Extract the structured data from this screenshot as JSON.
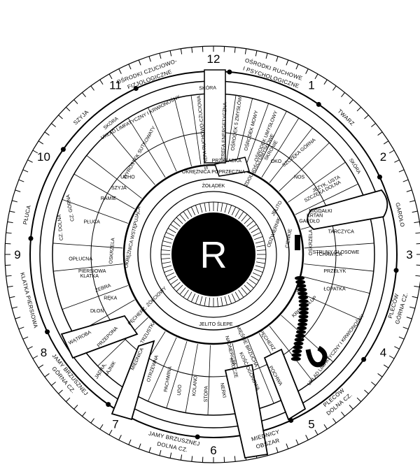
{
  "center_letter": "R",
  "clock_numbers": [
    "12",
    "1",
    "2",
    "3",
    "4",
    "5",
    "6",
    "7",
    "8",
    "9",
    "10",
    "11"
  ],
  "outer_labels": [
    {
      "text": "OŚRODKI CZUCIOWO-",
      "ang": -20,
      "r": 278
    },
    {
      "text": "FIZJOLOGICZNE",
      "ang": -20,
      "r": 266
    },
    {
      "text": "OŚRODKI RUCHOWE",
      "ang": 18,
      "r": 278
    },
    {
      "text": "I PSYCHOLOGICZNE",
      "ang": 18,
      "r": 266
    },
    {
      "text": "TWARZ",
      "ang": 44,
      "r": 272
    },
    {
      "text": "GARDŁO",
      "ang": 78,
      "r": 272
    },
    {
      "text": "GÓRNA CZ.",
      "ang": 106,
      "r": 280
    },
    {
      "text": "PLECÓW",
      "ang": 106,
      "r": 268
    },
    {
      "text": "DOLNA CZ.",
      "ang": 140,
      "r": 280
    },
    {
      "text": "PLECÓW",
      "ang": 140,
      "r": 268
    },
    {
      "text": "OBSZAR",
      "ang": 164,
      "r": 282
    },
    {
      "text": "MIEDNICY",
      "ang": 164,
      "r": 270
    },
    {
      "text": "DOLNA CZ.",
      "ang": -168,
      "r": 282
    },
    {
      "text": "JAMY BRZUSZNEJ",
      "ang": -168,
      "r": 270
    },
    {
      "text": "GÓRNA CZ.",
      "ang": -130,
      "r": 280
    },
    {
      "text": "JAMY BRZUSZNEJ",
      "ang": -130,
      "r": 268
    },
    {
      "text": "KLATKA PIERSIOWA",
      "ang": -104,
      "r": 272
    },
    {
      "text": "PŁUCA",
      "ang": -78,
      "r": 272
    },
    {
      "text": "SZYJA",
      "ang": -44,
      "r": 272
    }
  ],
  "ring_labels": [
    {
      "text": "SKÓRA",
      "ang": 58,
      "r": 238
    },
    {
      "text": "SKÓRA",
      "ang": -2,
      "r": 238
    },
    {
      "text": "SKÓRA",
      "ang": -38,
      "r": 238
    },
    {
      "text": "UKŁAD LIMFATYCZNY I KRWIONOŚNY",
      "ang": -28,
      "r": 222
    },
    {
      "text": "UKŁAD LIMFATYCZNY I KRWIONOŚNY",
      "ang": 128,
      "r": 222
    }
  ],
  "zone_labels": [
    {
      "text": "STREFA ENERGETYCZNA",
      "ang": 5,
      "r": 175,
      "rot": -88
    },
    {
      "text": "STREFA RUCHOWO-CZUCIOWA",
      "ang": -5,
      "r": 175,
      "rot": -96
    },
    {
      "text": "OŚRODEK 5 ZMYSŁÓW",
      "ang": 10,
      "r": 190,
      "rot": -82
    },
    {
      "text": "OŚRODEK MOWY",
      "ang": 17,
      "r": 185,
      "rot": -75
    },
    {
      "text": "OŚRODEK UMYSŁOWY",
      "ang": 24,
      "r": 185,
      "rot": -68
    },
    {
      "text": "OKO",
      "ang": 34,
      "r": 160,
      "rot": 0
    },
    {
      "text": "SKRONIE",
      "ang": 29,
      "r": 170,
      "rot": -60
    },
    {
      "text": "ZDOLNOŚCI UMYSŁOWE",
      "ang": 26,
      "r": 150,
      "rot": -62
    },
    {
      "text": "SZCZĘKA GÓRNA",
      "ang": 40,
      "r": 190,
      "rot": -40
    },
    {
      "text": "NOS",
      "ang": 48,
      "r": 165,
      "rot": 0
    },
    {
      "text": "JĘZYK, USTA",
      "ang": 58,
      "r": 190,
      "rot": -28
    },
    {
      "text": "SZCZĘKA DOLNA",
      "ang": 60,
      "r": 180,
      "rot": -28
    },
    {
      "text": "MIGDAŁKI",
      "ang": 68,
      "r": 165,
      "rot": 0
    },
    {
      "text": "KRTAŃ",
      "ang": 69,
      "r": 155,
      "rot": 0
    },
    {
      "text": "GARDŁO",
      "ang": 71,
      "r": 145,
      "rot": 0
    },
    {
      "text": "TARCZYCA",
      "ang": 80,
      "r": 185,
      "rot": 0
    },
    {
      "text": "STRUNY GŁOSOWE",
      "ang": 89,
      "r": 175,
      "rot": 0
    },
    {
      "text": "TCHAWICA",
      "ang": 90,
      "r": 165,
      "rot": 0
    },
    {
      "text": "PRZEŁYK",
      "ang": 98,
      "r": 175,
      "rot": 0
    },
    {
      "text": "ŁOPATKA",
      "ang": 106,
      "r": 180,
      "rot": 0
    },
    {
      "text": "KRĘGOSŁUP",
      "ang": 120,
      "r": 150,
      "rot": -40
    },
    {
      "text": "PĘCHERZ",
      "ang": 148,
      "r": 145,
      "rot": 55
    },
    {
      "text": "POCHWA",
      "ang": 153,
      "r": 195,
      "rot": 60
    },
    {
      "text": "KOŚĆ OGONOWA",
      "ang": 163,
      "r": 175,
      "rot": 65
    },
    {
      "text": "KROCZE",
      "ang": 170,
      "r": 165,
      "rot": 75
    },
    {
      "text": "NERKI",
      "ang": 176,
      "r": 195,
      "rot": 80
    },
    {
      "text": "STOPA",
      "ang": -177,
      "r": 200,
      "rot": -88
    },
    {
      "text": "KOLANO",
      "ang": -172,
      "r": 190,
      "rot": -85
    },
    {
      "text": "UDO",
      "ang": -166,
      "r": 200,
      "rot": -85
    },
    {
      "text": "PACHWINA",
      "ang": -160,
      "r": 190,
      "rot": -80
    },
    {
      "text": "OTRZEWNA",
      "ang": -152,
      "r": 185,
      "rot": -72
    },
    {
      "text": "MIEDNICA",
      "ang": -144,
      "r": 185,
      "rot": -65
    },
    {
      "text": "JAJNIK",
      "ang": -138,
      "r": 220,
      "rot": -58
    },
    {
      "text": "JĄDRA,",
      "ang": -136,
      "r": 232,
      "rot": -58
    },
    {
      "text": "TRZUSTKA",
      "ang": -140,
      "r": 145,
      "rot": -60
    },
    {
      "text": "WĄTROBA",
      "ang": -122,
      "r": 225,
      "rot": -28
    },
    {
      "text": "PRZEPONA",
      "ang": -128,
      "r": 192,
      "rot": -45
    },
    {
      "text": "DŁOŃ",
      "ang": -116,
      "r": 185,
      "rot": 0
    },
    {
      "text": "RĘKA",
      "ang": -113,
      "r": 160,
      "rot": 0
    },
    {
      "text": "ŻEBRA",
      "ang": -107,
      "r": 165,
      "rot": -20
    },
    {
      "text": "KLATKA",
      "ang": -100,
      "r": 180,
      "rot": 0
    },
    {
      "text": "PIERSIOWA",
      "ang": -98,
      "r": 175,
      "rot": 0
    },
    {
      "text": "OPŁUCNA",
      "ang": -92,
      "r": 190,
      "rot": 0
    },
    {
      "text": "OSKRZELA",
      "ang": -88,
      "r": 145,
      "rot": -85
    },
    {
      "text": "PŁUCA",
      "ang": -75,
      "r": 180,
      "rot": 0
    },
    {
      "text": "CZ. DOLNA",
      "ang": -80,
      "r": 222,
      "rot": -95
    },
    {
      "text": "CZ. GÓRNA",
      "ang": -72,
      "r": 215,
      "rot": -100
    },
    {
      "text": "RAMIE",
      "ang": -62,
      "r": 170,
      "rot": 0
    },
    {
      "text": "SZYJA",
      "ang": -55,
      "r": 165,
      "rot": 0
    },
    {
      "text": "UCHO",
      "ang": -48,
      "r": 165,
      "rot": 0
    },
    {
      "text": "WYROSTEK SUTKOWATY",
      "ang": -36,
      "r": 180,
      "rot": -60
    },
    {
      "text": "PRZYSADKA",
      "ang": 8,
      "r": 135,
      "rot": 0
    },
    {
      "text": "OKRĘŻNICA POPRZECZNA",
      "ang": 0,
      "r": 118,
      "rot": 0
    },
    {
      "text": "ŻOŁĄDEK",
      "ang": 0,
      "r": 98,
      "rot": 0
    },
    {
      "text": "JELITO",
      "ang": 54,
      "r": 112,
      "rot": -60
    },
    {
      "text": "CIENKIE",
      "ang": 78,
      "r": 110,
      "rot": -80
    },
    {
      "text": "ODŹWIERNIK",
      "ang": 70,
      "r": 92,
      "rot": -70
    },
    {
      "text": "OSKRZELA",
      "ang": 83,
      "r": 140,
      "rot": -90
    },
    {
      "text": "JELITO ŚLEPE",
      "ang": 178,
      "r": 100,
      "rot": 0
    },
    {
      "text": "OKRĘŻNICA WSTĘPUJĄCA",
      "ang": -78,
      "r": 118,
      "rot": -78
    },
    {
      "text": "PĘCHERZ. ŻÓŁCIOWY",
      "ang": -128,
      "r": 120,
      "rot": -45
    },
    {
      "text": "NADNERCZA",
      "ang": 170,
      "r": 140,
      "rot": 75
    },
    {
      "text": "MIĘŚNIE BRZUCHA",
      "ang": 160,
      "r": 140,
      "rot": 65
    }
  ],
  "colors": {
    "ink": "#000000",
    "paper": "#ffffff"
  }
}
